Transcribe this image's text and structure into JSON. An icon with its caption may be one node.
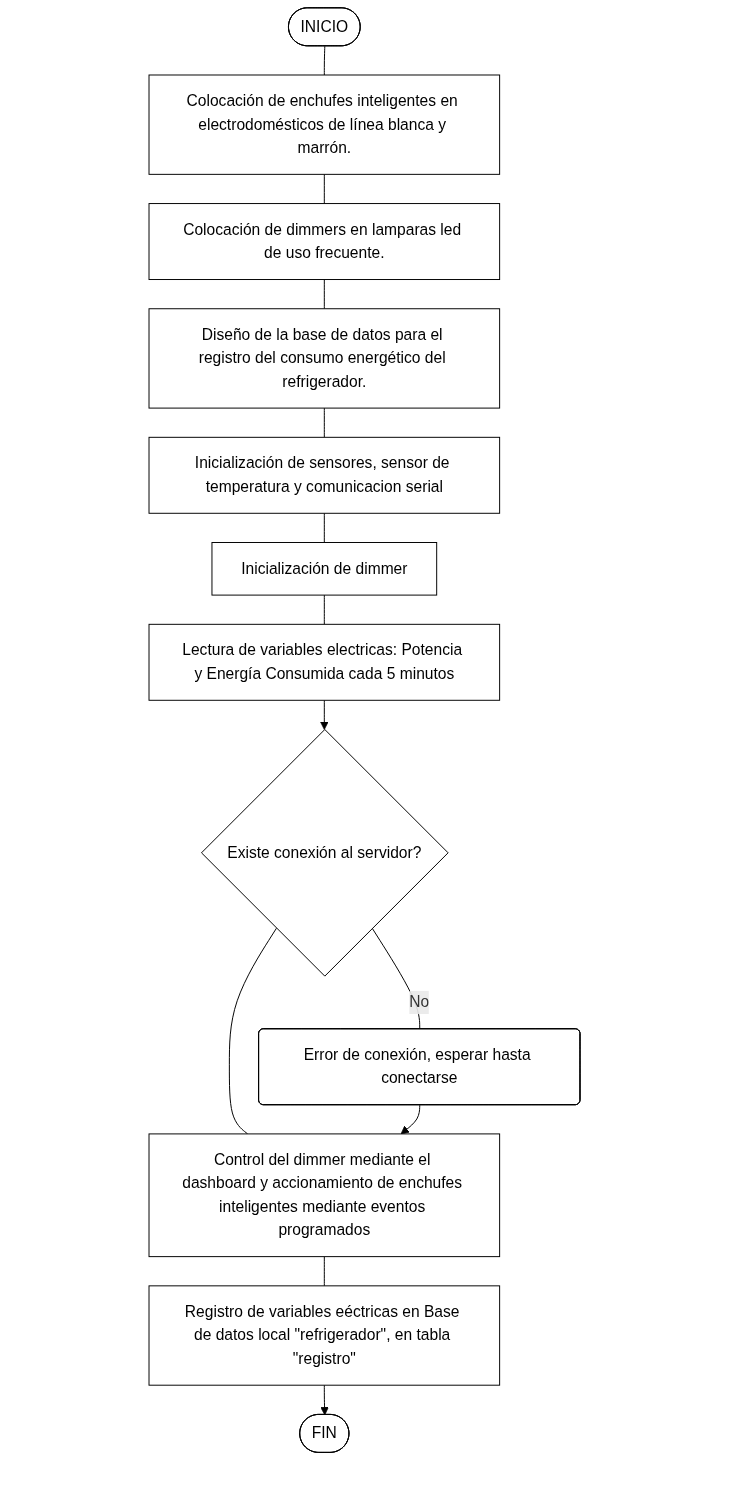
{
  "diagram": {
    "nodes": [
      {
        "text": [
          "INICIO"
        ]
      },
      {
        "text": [
          "Colocación de enchufes inteligentes en electrodomésticos de línea blanca y marrón."
        ]
      },
      {
        "text": [
          "Colocación de dimmers en lamparas led de uso frecuente."
        ]
      },
      {
        "text": [
          "Diseño de la base de datos para el registro del consumo energético del refrigerador."
        ]
      },
      {
        "text": [
          "Inicialización de sensores, sensor de temperatura y comunicacion serial"
        ]
      },
      {
        "text": [
          "Inicialización de dimmer"
        ]
      },
      {
        "text": [
          "Lectura de variables electricas: Potencia y Energía Consumida cada 5 minutos"
        ]
      },
      {
        "text": [
          "Existe conexión al servidor?"
        ]
      },
      {
        "text": [
          "Error de conexión, esperar hasta conectarse"
        ]
      },
      {
        "text": [
          "Control del dimmer mediante el dashboard y accionamiento de enchufes inteligentes mediante eventos programados"
        ]
      },
      {
        "text": [
          "Registro de variables eéctricas en Base de datos local \"refrigerador\", en tabla \"registro\""
        ]
      },
      {
        "text": [
          "FIN"
        ]
      }
    ],
    "edges": [
      {
        "from": 0,
        "to": 1,
        "arrow": "none"
      },
      {
        "from": 1,
        "to": 2,
        "arrow": "none"
      },
      {
        "from": 2,
        "to": 3,
        "arrow": "none"
      },
      {
        "from": 3,
        "to": 4,
        "arrow": "none"
      },
      {
        "from": 4,
        "to": 5,
        "arrow": "none"
      },
      {
        "from": 5,
        "to": 6,
        "arrow": "none"
      },
      {
        "from": 6,
        "to": 7,
        "arrow": "to"
      },
      {
        "from": 7,
        "to": 8,
        "arrow": "none",
        "label": "No"
      },
      {
        "from": 7,
        "to": 9,
        "arrow": "none"
      },
      {
        "from": 8,
        "to": 9,
        "arrow": "to"
      },
      {
        "from": 9,
        "to": 10,
        "arrow": "none"
      },
      {
        "from": 10,
        "to": 11,
        "arrow": "to"
      }
    ]
  }
}
